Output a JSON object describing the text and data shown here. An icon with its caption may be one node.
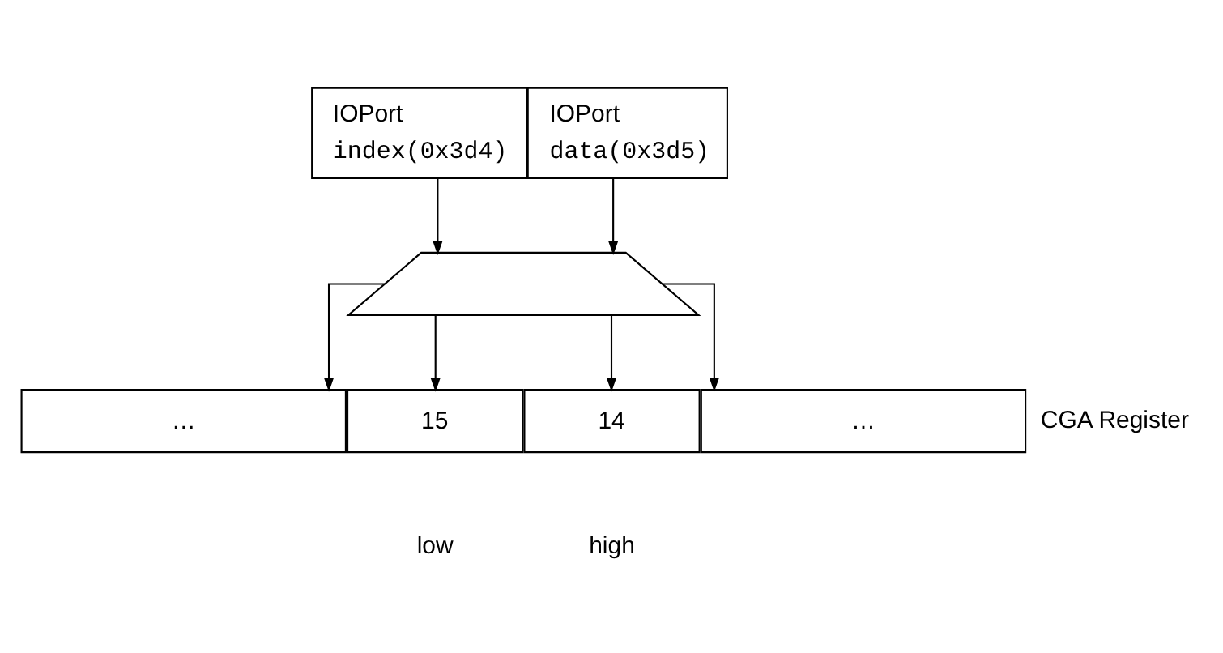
{
  "diagram": {
    "nodes": [
      {
        "text": [
          "IOPort",
          "index(0x3d4)"
        ]
      },
      {
        "text": [
          "IOPort",
          "data(0x3d5)"
        ]
      },
      {
        "text": [],
        "shape": "trapezoid"
      },
      {
        "text": [
          "…"
        ]
      },
      {
        "text": [
          "15"
        ],
        "beside": [
          "low"
        ]
      },
      {
        "text": [
          "14"
        ],
        "beside": [
          "high"
        ]
      },
      {
        "text": [
          "…"
        ]
      }
    ],
    "edges": [
      {
        "from": 0,
        "to": 2,
        "arrow": "to"
      },
      {
        "from": 1,
        "to": 2,
        "arrow": "to"
      },
      {
        "from": 2,
        "to": 3,
        "arrow": "to"
      },
      {
        "from": 2,
        "to": 4,
        "arrow": "to"
      },
      {
        "from": 2,
        "to": 5,
        "arrow": "to"
      },
      {
        "from": 2,
        "to": 6,
        "arrow": "to"
      }
    ],
    "labels": [
      "CGA Register"
    ]
  }
}
